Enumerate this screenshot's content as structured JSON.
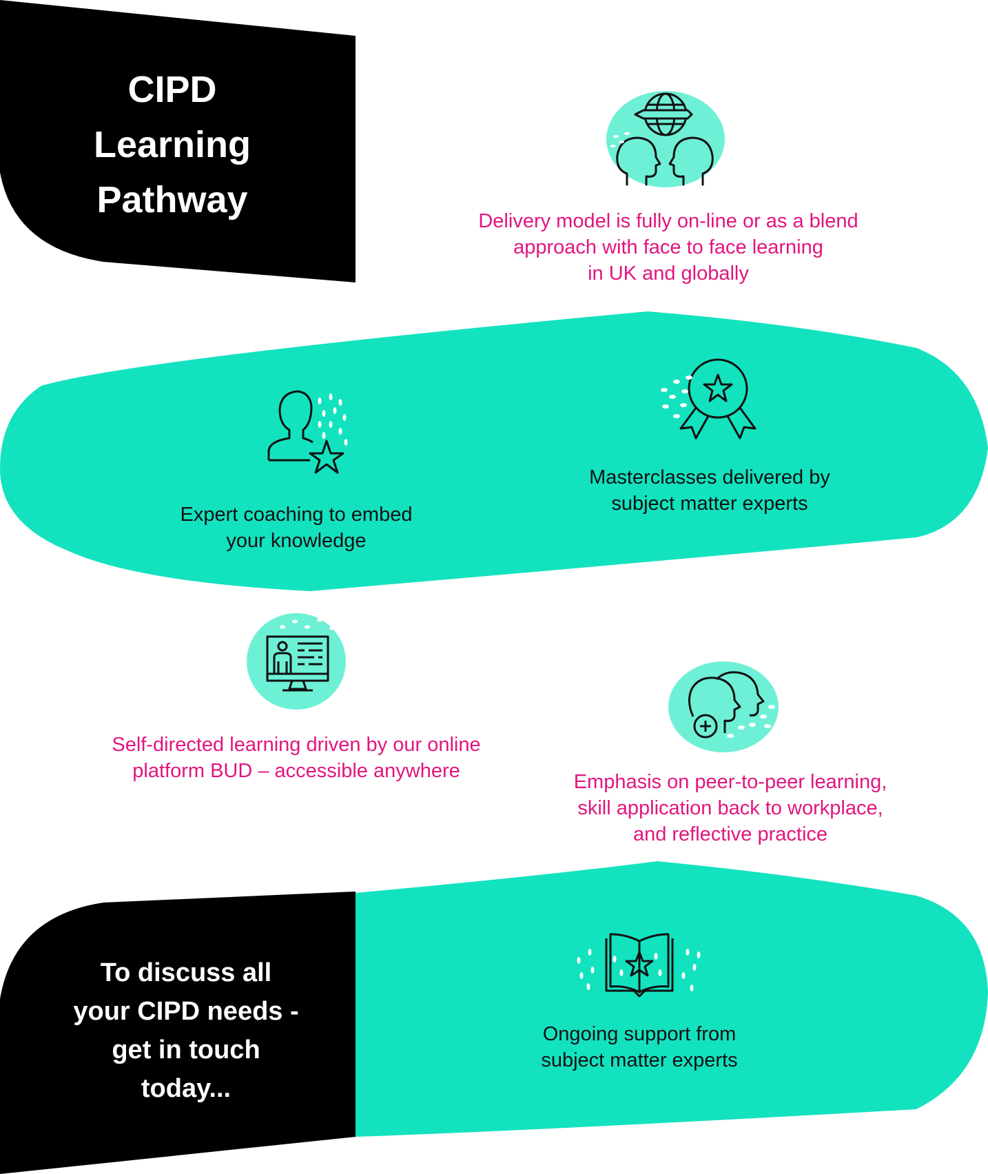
{
  "colors": {
    "teal": "#13e2bf",
    "teal_light": "#6ef0d6",
    "black": "#000000",
    "pink": "#e2157f",
    "icon_stroke": "#111111"
  },
  "header": {
    "title_lines": [
      "CIPD",
      "Learning",
      "Pathway"
    ]
  },
  "features": [
    {
      "icon": "globe-heads-icon",
      "lines": [
        "Delivery model is fully on-line or as a blend",
        "approach with face to face learning",
        "in UK and globally"
      ]
    },
    {
      "icon": "person-star-icon",
      "lines": [
        "Expert coaching to embed",
        "your knowledge"
      ]
    },
    {
      "icon": "award-ribbon-icon",
      "lines": [
        "Masterclasses delivered by",
        "subject matter experts"
      ]
    },
    {
      "icon": "monitor-presenter-icon",
      "lines": [
        "Self-directed learning driven by our online",
        "platform BUD – accessible anywhere"
      ]
    },
    {
      "icon": "peer-heads-plus-icon",
      "lines": [
        "Emphasis on peer-to-peer learning,",
        "skill application back to workplace,",
        "and reflective practice"
      ]
    },
    {
      "icon": "book-star-icon",
      "lines": [
        "Ongoing support from",
        "subject matter experts"
      ]
    }
  ],
  "cta": {
    "lines": [
      "To discuss all",
      "your CIPD needs -",
      "get in touch",
      "today..."
    ]
  }
}
